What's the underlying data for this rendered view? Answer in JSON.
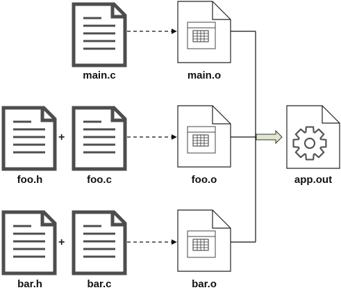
{
  "sources": {
    "main_c": "main.c",
    "foo_h": "foo.h",
    "foo_c": "foo.c",
    "bar_h": "bar.h",
    "bar_c": "bar.c"
  },
  "objects": {
    "main_o": "main.o",
    "foo_o": "foo.o",
    "bar_o": "bar.o"
  },
  "output": {
    "app": "app.out"
  },
  "operators": {
    "plus": "+"
  },
  "colors": {
    "source_doc_stroke": "#4d4d4d",
    "object_doc_stroke": "#222222",
    "link_arrow_fill": "#dfe7cc"
  }
}
